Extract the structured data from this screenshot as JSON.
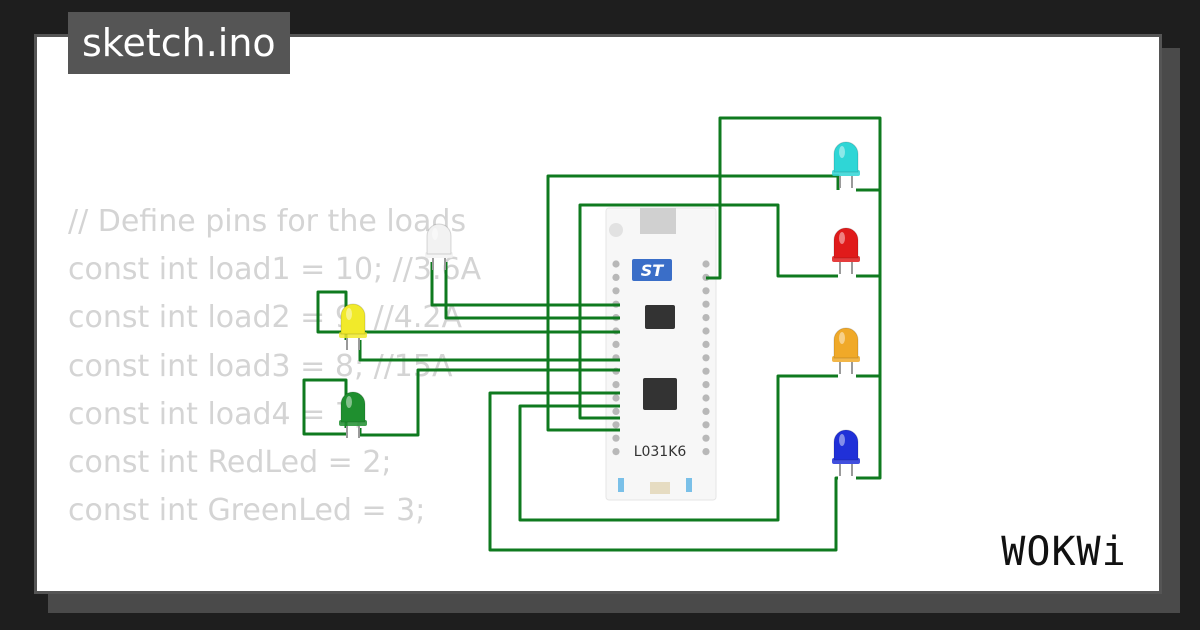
{
  "file_name": "sketch.ino",
  "code_lines": [
    "// Define pins for the loads",
    "const int load1 = 10; //3.6A",
    "const int load2 = 9; //4.2A",
    "const int load3 = 8; //15A",
    "const int load4 = 7;",
    "const int RedLed = 2;",
    "const int GreenLed = 3;"
  ],
  "board": {
    "label": "L031K6",
    "logo": "ST"
  },
  "logo_text": "WOKWi",
  "colors": {
    "background": "#1e1e1e",
    "card": "#ffffff",
    "badge": "#555555",
    "wire": "#0f7a1f",
    "code_text": "#d4d4d4"
  },
  "leds": [
    {
      "name": "white-led",
      "color": "#f2f2f2"
    },
    {
      "name": "yellow-led",
      "color": "#f1ea2a"
    },
    {
      "name": "green-led",
      "color": "#1f8f2f"
    },
    {
      "name": "cyan-led",
      "color": "#2fd6d6"
    },
    {
      "name": "red-led",
      "color": "#e01b1b"
    },
    {
      "name": "orange-led",
      "color": "#f0a928"
    },
    {
      "name": "blue-led",
      "color": "#2030d8"
    }
  ]
}
